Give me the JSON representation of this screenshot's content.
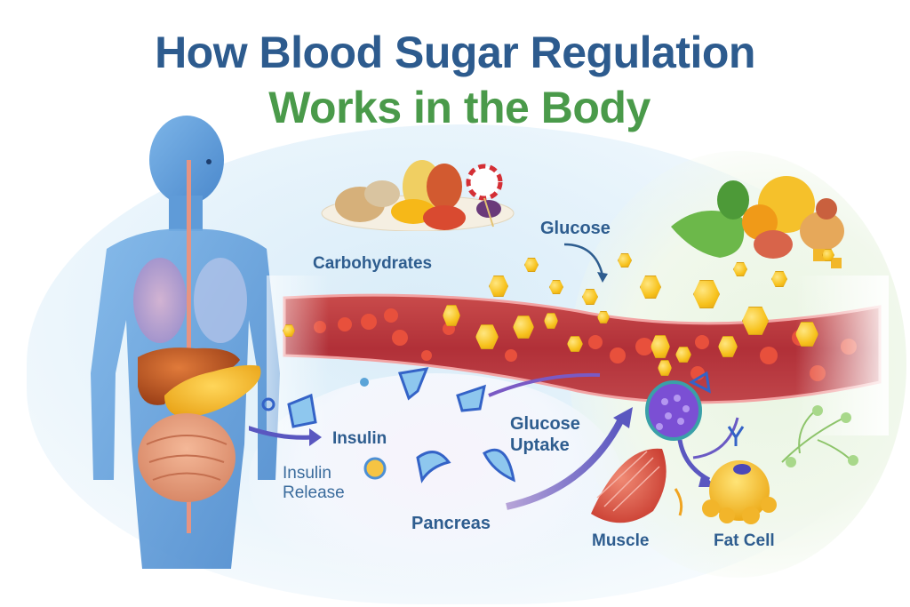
{
  "title": {
    "line1": "How Blood Sugar Regulation",
    "line2": "Works in the Body",
    "line1_color": "#2d5b8e",
    "line2_color": "#4a9a4a"
  },
  "labels": {
    "carbohydrates": "Carbohydrates",
    "glucose": "Glucose",
    "insulin": "Insulin",
    "insulin_release_line1": "Insulin",
    "insulin_release_line2": "Release",
    "pancreas": "Pancreas",
    "glucose_uptake_line1": "Glucose",
    "glucose_uptake_line2": "Uptake",
    "muscle": "Muscle",
    "fat_cell": "Fat Cell"
  },
  "colors": {
    "label_text": "#2e5d8f",
    "body_blue": "#5b9ad8",
    "blood_red": "#b8323a",
    "red_cell": "#e8503c",
    "glucose_yellow": "#f7c21d",
    "pancreas_yellow": "#f2b21c",
    "liver_brown": "#b8561e",
    "intestine": "#e49a74",
    "arrow_purple": "#5a57c0",
    "muscle_red": "#e25a48",
    "fat_yellow": "#f7c526"
  },
  "illustration": {
    "figure": "human-body-anatomy",
    "organs": [
      "brain",
      "esophagus",
      "lungs",
      "liver",
      "pancreas",
      "intestines"
    ],
    "left_plate": [
      "bread",
      "potato",
      "orange",
      "apple",
      "candy",
      "lollipop",
      "sweet potato"
    ],
    "right_plate": [
      "greens",
      "melon",
      "orange",
      "berries",
      "biscuit"
    ],
    "elements": [
      "blood-vessel",
      "red-blood-cells",
      "glucose-molecules",
      "insulin-molecules",
      "insulin-receptor-cell",
      "muscle-tissue",
      "fat-cell",
      "vine-leaves"
    ]
  }
}
